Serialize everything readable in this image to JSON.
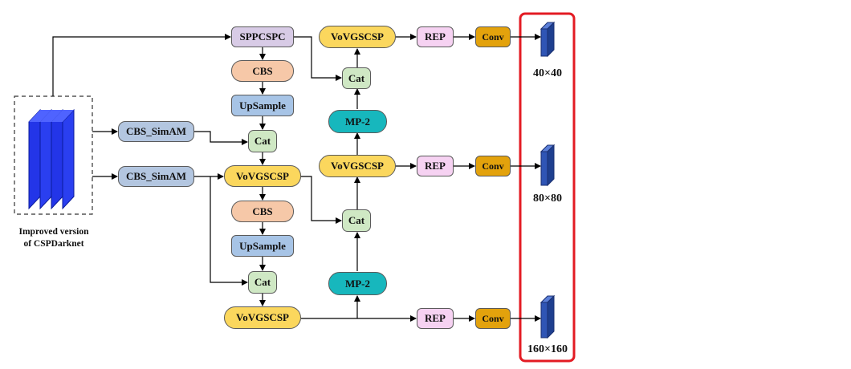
{
  "nodes": {
    "sppcspc": "SPPCSPC",
    "cbs_top": "CBS",
    "upsample_top": "UpSample",
    "cat_mid_left": "Cat",
    "cbs_simam_1": "CBS_SimAM",
    "cbs_simam_2": "CBS_SimAM",
    "vovgscsp_mid_left": "VoVGSCSP",
    "cbs_mid": "CBS",
    "upsample_mid": "UpSample",
    "cat_bottom_left": "Cat",
    "vovgscsp_bottom": "VoVGSCSP",
    "vovgscsp_top": "VoVGSCSP",
    "cat_top_right": "Cat",
    "mp2_top": "MP-2",
    "vovgscsp_mid_right": "VoVGSCSP",
    "cat_mid_right": "Cat",
    "mp2_bottom": "MP-2",
    "rep_top": "REP",
    "rep_mid": "REP",
    "rep_bottom": "REP",
    "conv_top": "Conv",
    "conv_mid": "Conv",
    "conv_bottom": "Conv"
  },
  "outputs": {
    "top": "40×40",
    "mid": "80×80",
    "bottom": "160×160"
  },
  "backbone": {
    "caption_line1": "Improved version",
    "caption_line2": "of CSPDarknet"
  },
  "colors": {
    "purple": "#d8cbe6",
    "peach": "#f6c8a8",
    "blue": "#a7c4e6",
    "green": "#cfe8c4",
    "grayblue": "#b3c6e0",
    "yellow": "#fbd75d",
    "teal": "#17b7bd",
    "pink": "#f6d2f2",
    "gold": "#e3a20c",
    "highlight": "#e31b23",
    "tensor": "#2f55b5"
  }
}
